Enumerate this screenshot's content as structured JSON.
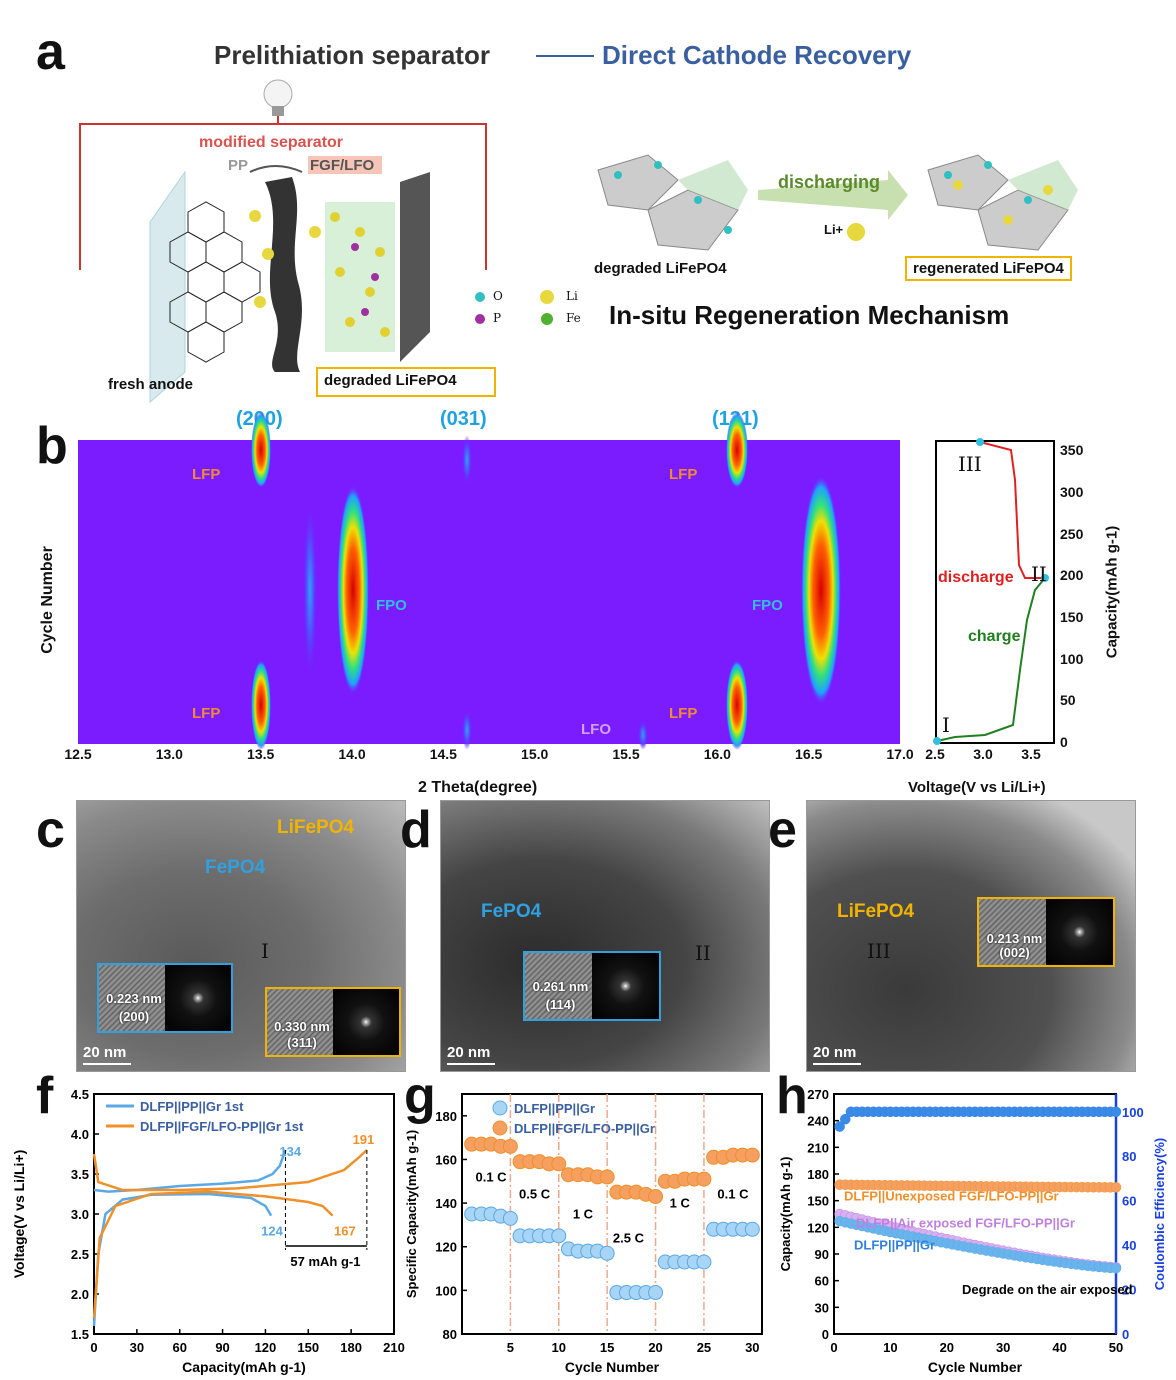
{
  "panels": {
    "a": "a",
    "b": "b",
    "c": "c",
    "d": "d",
    "e": "e",
    "f": "f",
    "g": "g",
    "h": "h"
  },
  "panel_a": {
    "title_left": "Prelithiation separator",
    "title_right": "Direct Cathode Recovery",
    "modified_separator": "modified separator",
    "pp": "PP",
    "fgf_lfo": "FGF/LFO",
    "fresh_anode": "fresh anode",
    "degraded_lfp_box": "degraded LiFePO4",
    "legend": {
      "o": "O",
      "li": "Li",
      "p": "P",
      "fe": "Fe"
    },
    "discharging": "discharging",
    "li_ion": "Li+",
    "degraded_lfp": "degraded LiFePO4",
    "regenerated_lfp": "regenerated LiFePO4",
    "mechanism": "In-situ Regeneration Mechanism",
    "colors": {
      "title_right": "#3a5fa0",
      "separator": "#d9534f",
      "box": "#f0b400",
      "arrow": "#5a8a2a"
    }
  },
  "panel_b": {
    "peaks": [
      "(200)",
      "(031)",
      "(131)"
    ],
    "labels": {
      "lfp": "LFP",
      "fpo": "FPO",
      "lfo": "LFO"
    },
    "ylabel": "Cycle Number",
    "xlabel": "2 Theta(degree)",
    "xticks": [
      "12.5",
      "13.0",
      "13.5",
      "14.0",
      "14.5",
      "15.0",
      "15.5",
      "16.0",
      "16.5",
      "17.0"
    ],
    "right": {
      "xlabel": "Voltage(V vs Li/Li+)",
      "ylabel": "Capacity(mAh g-1)",
      "xticks": [
        "2.5",
        "3.0",
        "3.5"
      ],
      "yticks": [
        "0",
        "50",
        "100",
        "150",
        "200",
        "250",
        "300",
        "350"
      ],
      "discharge": "discharge",
      "charge": "charge",
      "roman": [
        "I",
        "II",
        "III"
      ]
    }
  },
  "panel_c": {
    "fepo4": "FePO4",
    "lifepo4": "LiFePO4",
    "roman": "I",
    "d1": "0.223 nm",
    "h1": "(200)",
    "d2": "0.330 nm",
    "h2": "(311)",
    "scale": "20 nm"
  },
  "panel_d": {
    "fepo4": "FePO4",
    "roman": "II",
    "d1": "0.261 nm",
    "h1": "(114)",
    "scale": "20 nm"
  },
  "panel_e": {
    "lifepo4": "LiFePO4",
    "roman": "III",
    "d1": "0.213 nm",
    "h1": "(002)",
    "scale": "20 nm"
  },
  "panel_f": {
    "ylabel": "Voltage(V vs Li/Li+)",
    "xlabel": "Capacity(mAh g-1)",
    "legend": [
      "DLFP||PP||Gr 1st",
      "DLFP||FGF/LFO-PP||Gr 1st"
    ],
    "annot": {
      "a134": "134",
      "a124": "124",
      "a191": "191",
      "a167": "167",
      "delta": "57 mAh g-1"
    },
    "xticks": [
      "0",
      "30",
      "60",
      "90",
      "120",
      "150",
      "180",
      "210"
    ],
    "yticks": [
      "1.5",
      "2.0",
      "2.5",
      "3.0",
      "3.5",
      "4.0",
      "4.5"
    ]
  },
  "panel_g": {
    "ylabel": "Specific Capacity(mAh g-1)",
    "xlabel": "Cycle Number",
    "legend": [
      "DLFP||PP||Gr",
      "DLFP||FGF/LFO-PP||Gr"
    ],
    "rates": [
      "0.1 C",
      "0.5 C",
      "1 C",
      "2.5 C",
      "1 C",
      "0.1 C"
    ],
    "xticks": [
      "5",
      "10",
      "15",
      "20",
      "25",
      "30"
    ],
    "yticks": [
      "80",
      "100",
      "120",
      "140",
      "160",
      "180"
    ]
  },
  "panel_h": {
    "ylabel": "Capacity(mAh g-1)",
    "ylabel2": "Coulombic Efficiency(%)",
    "xlabel": "Cycle Number",
    "labels": {
      "unexposed": "DLFP||Unexposed FGF/LFO-PP||Gr",
      "air": "DLFP||Air exposed FGF/LFO-PP||Gr",
      "pp": "DLFP||PP||Gr",
      "degrade": "Degrade on the air exposed"
    },
    "xticks": [
      "0",
      "10",
      "20",
      "30",
      "40",
      "50"
    ],
    "yticks": [
      "0",
      "30",
      "60",
      "90",
      "120",
      "150",
      "180",
      "210",
      "240",
      "270"
    ],
    "yticks2": [
      "0",
      "20",
      "40",
      "60",
      "80",
      "100"
    ]
  },
  "chart_data": [
    {
      "type": "line",
      "panel": "f",
      "xlabel": "Capacity(mAh g-1)",
      "ylabel": "Voltage(V vs Li/Li+)",
      "xlim": [
        0,
        210
      ],
      "ylim": [
        1.5,
        4.5
      ],
      "series": [
        {
          "name": "DLFP||PP||Gr 1st",
          "color": "#5aa9e6",
          "charge": [
            [
              0,
              3.3
            ],
            [
              10,
              3.28
            ],
            [
              30,
              3.3
            ],
            [
              60,
              3.35
            ],
            [
              90,
              3.38
            ],
            [
              115,
              3.42
            ],
            [
              125,
              3.5
            ],
            [
              130,
              3.6
            ],
            [
              134,
              3.8
            ]
          ],
          "discharge": [
            [
              0,
              1.6
            ],
            [
              3,
              2.5
            ],
            [
              8,
              3.0
            ],
            [
              20,
              3.18
            ],
            [
              40,
              3.24
            ],
            [
              80,
              3.25
            ],
            [
              110,
              3.2
            ],
            [
              120,
              3.1
            ],
            [
              124,
              2.98
            ]
          ]
        },
        {
          "name": "DLFP||FGF/LFO-PP||Gr 1st",
          "color": "#f0902a",
          "charge": [
            [
              0,
              3.75
            ],
            [
              3,
              3.4
            ],
            [
              20,
              3.3
            ],
            [
              60,
              3.3
            ],
            [
              100,
              3.32
            ],
            [
              150,
              3.4
            ],
            [
              175,
              3.55
            ],
            [
              185,
              3.7
            ],
            [
              191,
              3.8
            ]
          ],
          "discharge": [
            [
              0,
              1.7
            ],
            [
              4,
              2.7
            ],
            [
              15,
              3.1
            ],
            [
              40,
              3.25
            ],
            [
              80,
              3.28
            ],
            [
              120,
              3.22
            ],
            [
              150,
              3.15
            ],
            [
              160,
              3.1
            ],
            [
              167,
              2.98
            ]
          ]
        }
      ]
    },
    {
      "type": "scatter",
      "panel": "g",
      "xlabel": "Cycle Number",
      "ylabel": "Specific Capacity(mAh g-1)",
      "xlim": [
        0,
        31
      ],
      "ylim": [
        80,
        190
      ],
      "x": [
        1,
        2,
        3,
        4,
        5,
        6,
        7,
        8,
        9,
        10,
        11,
        12,
        13,
        14,
        15,
        16,
        17,
        18,
        19,
        20,
        21,
        22,
        23,
        24,
        25,
        26,
        27,
        28,
        29,
        30
      ],
      "series": [
        {
          "name": "DLFP||PP||Gr",
          "color": "#5aa9e6",
          "values": [
            135,
            135,
            135,
            134,
            133,
            125,
            125,
            125,
            125,
            125,
            119,
            118,
            118,
            118,
            117,
            99,
            99,
            99,
            99,
            99,
            113,
            113,
            113,
            113,
            113,
            128,
            128,
            128,
            128,
            128
          ]
        },
        {
          "name": "DLFP||FGF/LFO-PP||Gr",
          "color": "#f0902a",
          "values": [
            167,
            167,
            167,
            166,
            166,
            159,
            159,
            159,
            158,
            158,
            153,
            153,
            153,
            152,
            152,
            145,
            145,
            145,
            144,
            143,
            150,
            150,
            151,
            151,
            151,
            161,
            161,
            162,
            162,
            162
          ]
        }
      ],
      "rate_boundaries": [
        5,
        10,
        15,
        20,
        25
      ]
    },
    {
      "type": "scatter",
      "panel": "h",
      "xlabel": "Cycle Number",
      "ylabel": "Capacity(mAh g-1)",
      "ylabel2": "Coulombic Efficiency(%)",
      "xlim": [
        0,
        50
      ],
      "ylim": [
        0,
        270
      ],
      "ylim2": [
        0,
        108
      ],
      "series": [
        {
          "name": "DLFP||Unexposed FGF/LFO-PP||Gr",
          "color": "#f0902a",
          "start": 168,
          "end": 165
        },
        {
          "name": "DLFP||Air exposed FGF/LFO-PP||Gr",
          "color": "#c080e0",
          "start": 135,
          "end": 75
        },
        {
          "name": "DLFP||PP||Gr",
          "color": "#5aa9e6",
          "start": 127,
          "end": 74
        },
        {
          "name": "Coulombic Efficiency",
          "color": "#3080e0",
          "axis": "right",
          "start": 90,
          "end": 100
        }
      ]
    }
  ]
}
